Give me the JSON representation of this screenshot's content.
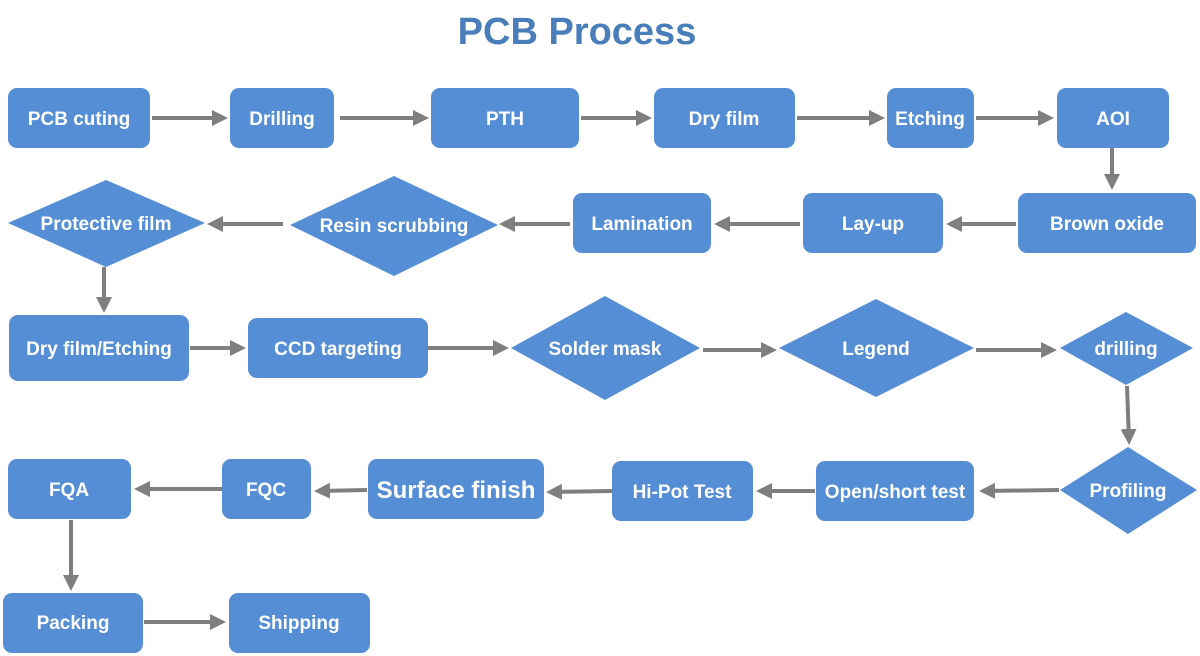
{
  "title": "PCB Process",
  "colors": {
    "node_fill": "#558ed5",
    "arrow": "#7f7f7f",
    "title": "#4a7ebb",
    "node_text": "#ffffff"
  },
  "steps": {
    "pcb_cuting": "PCB cuting",
    "drilling": "Drilling",
    "pth": "PTH",
    "dry_film": "Dry film",
    "etching": "Etching",
    "aoi": "AOI",
    "brown_oxide": "Brown oxide",
    "lay_up": "Lay-up",
    "lamination": "Lamination",
    "resin_scrubbing": "Resin scrubbing",
    "protective_film": "Protective film",
    "dry_film_etching": "Dry film/Etching",
    "ccd_targeting": "CCD targeting",
    "solder_mask": "Solder mask",
    "legend": "Legend",
    "drilling_2": "drilling",
    "profiling": "Profiling",
    "open_short_test": "Open/short test",
    "hi_pot_test": "Hi-Pot Test",
    "surface_finish": "Surface finish",
    "fqc": "FQC",
    "fqa": "FQA",
    "packing": "Packing",
    "shipping": "Shipping"
  }
}
